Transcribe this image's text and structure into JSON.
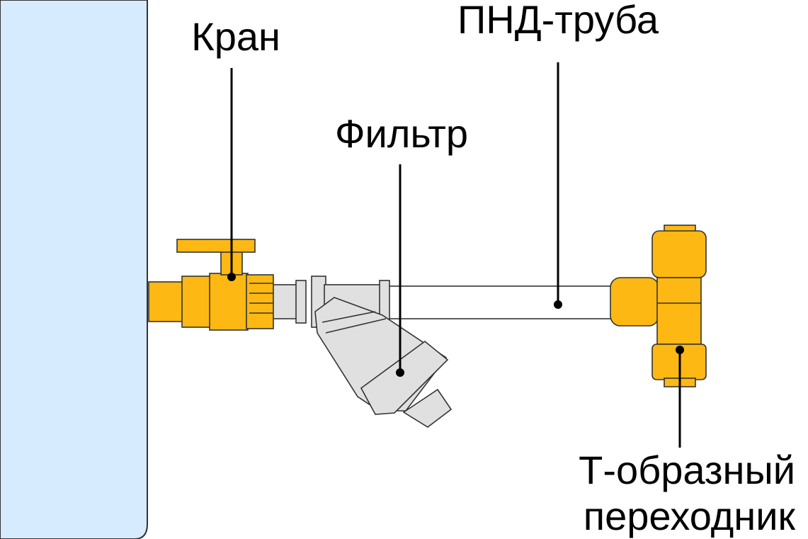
{
  "labels": {
    "valve": "Кран",
    "pipe": "ПНД-труба",
    "filter": "Фильтр",
    "tee_line1": "Т-образный",
    "tee_line2": "переходник"
  },
  "colors": {
    "wall": "#d6ebfd",
    "brass": "#fdb813",
    "brass_shadow": "#e3a100",
    "filter_gray": "#e0e0e0",
    "pipe": "#ffffff",
    "stroke": "#333333"
  }
}
